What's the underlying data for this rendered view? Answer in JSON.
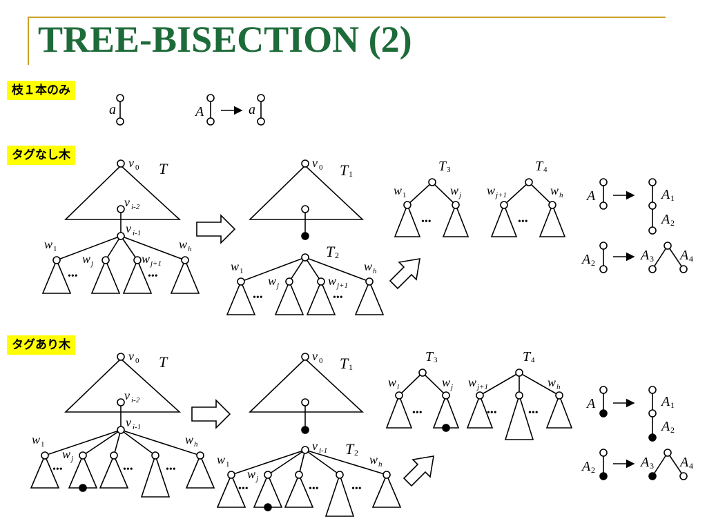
{
  "title": "TREE-BISECTION (2)",
  "colors": {
    "title": "#1e6b3a",
    "rule": "#c9a227",
    "label_bg": "#ffff00"
  },
  "sections": {
    "single_edge": "枝１本のみ",
    "no_tag": "タグなし木",
    "with_tag": "タグあり木"
  },
  "single_edge_labels": {
    "a1": "a",
    "A": "A",
    "a2": "a"
  },
  "no_tag": {
    "v0_left": "v",
    "v0_left_sub": "0",
    "T": "T",
    "vi2": "v",
    "vi2_sub": "i-2",
    "vi1": "v",
    "vi1_sub": "i-1",
    "w1": "w",
    "w1_sub": "1",
    "wj": "w",
    "wj_sub": "j",
    "wj1": "w",
    "wj1_sub": "j+1",
    "wh": "w",
    "wh_sub": "h",
    "v0_right": "v",
    "v0_right_sub": "0",
    "T1": "T",
    "T1_sub": "1",
    "T2": "T",
    "T2_sub": "2",
    "T3": "T",
    "T3_sub": "3",
    "T4": "T",
    "T4_sub": "4",
    "A": "A",
    "A1": "A",
    "A1_sub": "1",
    "A2": "A",
    "A2_sub": "2",
    "A2b": "A",
    "A2b_sub": "2",
    "A3": "A",
    "A3_sub": "3",
    "A4": "A",
    "A4_sub": "4"
  },
  "with_tag": {
    "v0_left": "v",
    "v0_left_sub": "0",
    "T": "T",
    "vi2": "v",
    "vi2_sub": "i-2",
    "vi1": "v",
    "vi1_sub": "i-1",
    "w1": "w",
    "w1_sub": "1",
    "wj": "w",
    "wj_sub": "j",
    "wh": "w",
    "wh_sub": "h",
    "v0_right": "v",
    "v0_right_sub": "0",
    "T1": "T",
    "T1_sub": "1",
    "T2": "T",
    "T2_sub": "2",
    "vi1b": "v",
    "vi1b_sub": "i-1",
    "T3": "T",
    "T3_sub": "3",
    "T4": "T",
    "T4_sub": "4",
    "wl": "w",
    "wl_sub": "l",
    "wjr": "w",
    "wjr_sub": "j",
    "wj1": "w",
    "wj1_sub": "j+1",
    "whr": "w",
    "whr_sub": "h",
    "A": "A",
    "A1": "A",
    "A1_sub": "1",
    "A2": "A",
    "A2_sub": "2",
    "A2b": "A",
    "A2b_sub": "2",
    "A3": "A",
    "A3_sub": "3",
    "A4": "A",
    "A4_sub": "4"
  },
  "ellipsis": "•••"
}
